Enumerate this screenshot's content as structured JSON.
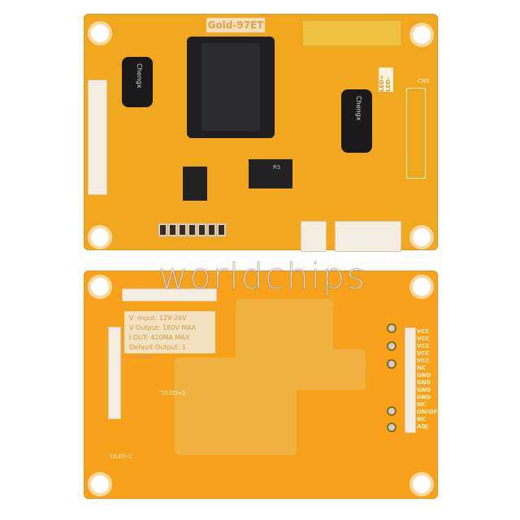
{
  "image": {
    "description": "Product photo of an LED backlight driver board, top and bottom sides",
    "top_board": {
      "model_label": "Gold-97ET",
      "capacitor_left_text": "Chengx",
      "capacitor_right_text": "Chengx",
      "led_labels": [
        "LED+",
        "LED-"
      ],
      "connector_label": "CN5",
      "mosfet_text": "RS"
    },
    "bottom_board": {
      "spec_lines": [
        "V -Input: 12V-26V",
        "V Output: 180V MAX",
        "I OUT: 420MA MAX",
        "Default Output: 1 200MA"
      ],
      "pin_labels": [
        "VCC",
        "VCC",
        "VCC",
        "VCC",
        "VCC",
        "NC",
        "GND",
        "GND",
        "GND",
        "GND",
        "NC",
        "ON/OFF",
        "NC",
        "ADJ"
      ],
      "test_point_labels": [
        "T/LED+1",
        "T/LED-1"
      ]
    },
    "watermark": "worldchips",
    "colors": {
      "pcb": "#f7a21a",
      "background": "#ffffff",
      "silkscreen": "#fff3cc",
      "component": "#1f1f22"
    }
  }
}
